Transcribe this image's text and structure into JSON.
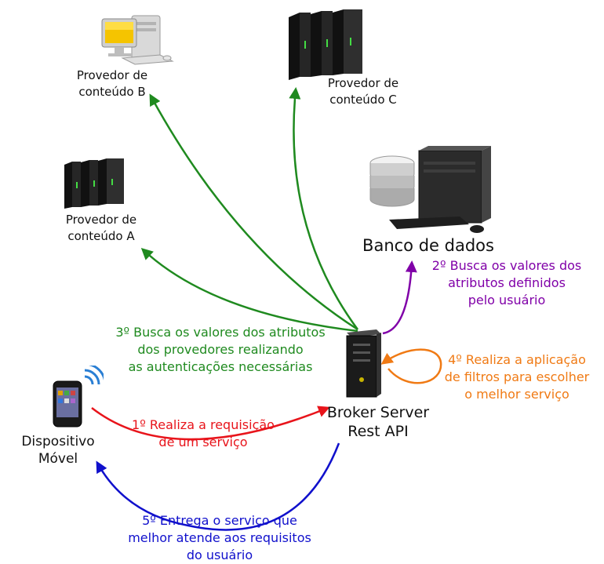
{
  "nodes": {
    "provider_b": {
      "line1": "Provedor de",
      "line2": "conteúdo B",
      "icon": "desktop-computer-icon"
    },
    "provider_c": {
      "line1": "Provedor de",
      "line2": "conteúdo C",
      "icon": "server-rack-icon"
    },
    "provider_a": {
      "line1": "Provedor de",
      "line2": "conteúdo A",
      "icon": "server-rack-icon"
    },
    "database": {
      "label": "Banco de dados",
      "icon": "database-workstation-icon"
    },
    "broker": {
      "line1": "Broker Server",
      "line2": "Rest API",
      "icon": "server-tower-icon"
    },
    "device": {
      "line1": "Dispositivo",
      "line2": "Móvel",
      "icon": "smartphone-icon"
    }
  },
  "steps": {
    "step1": {
      "lines": [
        "1º Realiza a requisição",
        "de um serviço"
      ],
      "color": "#e8141b"
    },
    "step2": {
      "lines": [
        "2º Busca os valores dos",
        "atributos definidos",
        "pelo usuário"
      ],
      "color": "#8000a8"
    },
    "step3": {
      "lines": [
        "3º Busca os valores dos atributos",
        "dos provedores realizando",
        "as autenticações necessárias"
      ],
      "color": "#1f8a1f"
    },
    "step4": {
      "lines": [
        "4º Realiza a aplicação",
        "de filtros para escolher",
        "o melhor serviço"
      ],
      "color": "#f07a14"
    },
    "step5": {
      "lines": [
        "5º Entrega o serviço que",
        "melhor atende aos requisitos",
        "do usuário"
      ],
      "color": "#1010cc"
    }
  }
}
